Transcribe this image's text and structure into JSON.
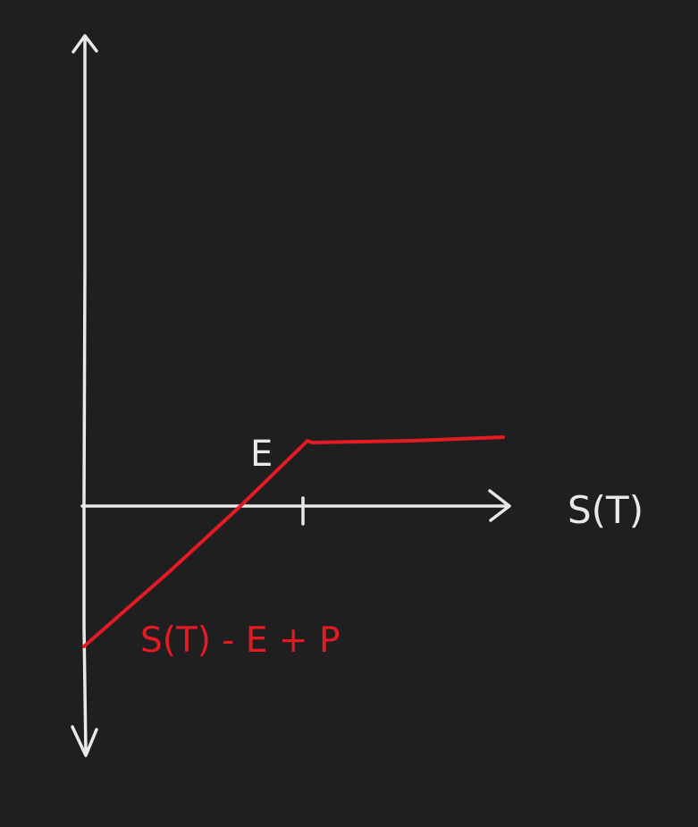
{
  "diagram": {
    "x_axis_label": "S(T)",
    "strike_label": "E",
    "payoff_label": "S(T) - E + P",
    "colors": {
      "background": "#201f1f",
      "axes": "#e9e9e9",
      "payoff": "#e51a24"
    }
  }
}
